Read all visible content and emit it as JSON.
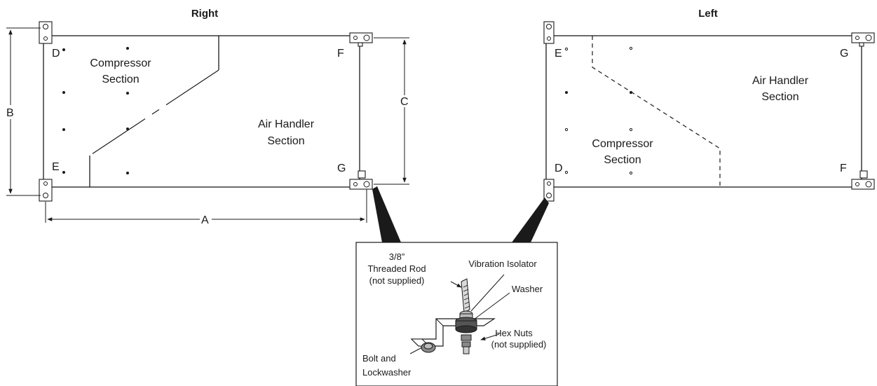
{
  "right_view": {
    "title": "Right",
    "section_compressor": [
      "Compressor",
      "Section"
    ],
    "section_air_handler": [
      "Air Handler",
      "Section"
    ],
    "corners": {
      "top_left": "D",
      "top_right": "F",
      "bottom_left": "E",
      "bottom_right": "G"
    },
    "dimensions": {
      "width": "A",
      "height": "B",
      "height_short": "C"
    }
  },
  "left_view": {
    "title": "Left",
    "section_compressor": [
      "Compressor",
      "Section"
    ],
    "section_air_handler": [
      "Air Handler",
      "Section"
    ],
    "corners": {
      "top_left": "E",
      "top_right": "G",
      "bottom_left": "D",
      "bottom_right": "F"
    }
  },
  "detail": {
    "threaded_rod": [
      "3/8”",
      "Threaded Rod",
      "(not supplied)"
    ],
    "vibration_isolator": "Vibration Isolator",
    "washer": "Washer",
    "hex_nuts": [
      "Hex Nuts",
      "(not supplied)"
    ],
    "bolt": [
      "Bolt and",
      "Lockwasher"
    ]
  }
}
